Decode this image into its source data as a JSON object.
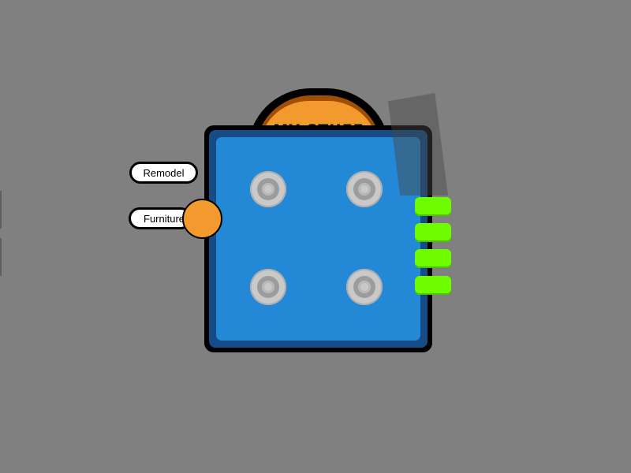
{
  "title_tab": {
    "label": "MY STUFF"
  },
  "buttons": {
    "remodel": "Remodel",
    "furniture": "Furniture"
  },
  "grid": {
    "slot_count": 4,
    "slot_icon": "empty-slot-icon"
  },
  "side_tabs": {
    "count": 4,
    "icon": "tab-handle"
  },
  "colors": {
    "background": "#808080",
    "panel": "#2389d6",
    "title_tab": "#f39a2f",
    "side_tab": "#6efc00",
    "knob": "#f39a2f"
  }
}
